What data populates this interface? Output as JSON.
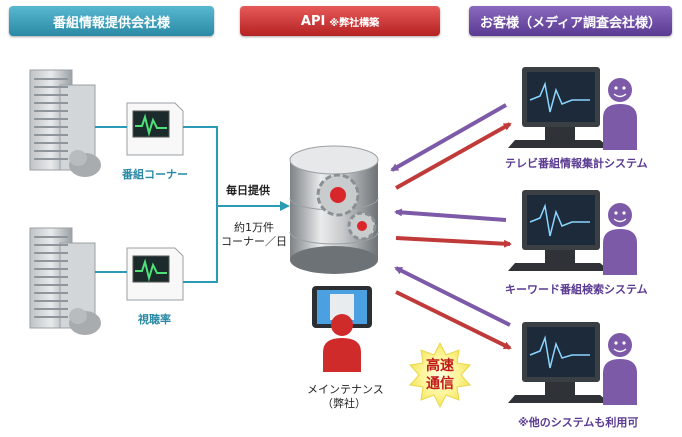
{
  "headers": {
    "provider": "番組情報提供会社様",
    "api": "API",
    "api_note": "※弊社構築",
    "customer": "お客様（メディア調査会社様）"
  },
  "left": {
    "doc1_label": "番組コーナー",
    "doc2_label": "視聴率"
  },
  "center": {
    "daily_label": "毎日提供",
    "volume_line1": "約1万件",
    "volume_line2": "コーナー／日",
    "maintenance_line1": "メインテナンス",
    "maintenance_line2": "（弊社）",
    "burst_line1": "高速",
    "burst_line2": "通信"
  },
  "systems": [
    {
      "label": "テレビ番組情報集計システム"
    },
    {
      "label": "キーワード番組検索システム"
    },
    {
      "label": "※他のシステムも利用可"
    }
  ],
  "colors": {
    "teal": "#2a9ab5",
    "red": "#c03a3a",
    "purple": "#7d5aa8"
  }
}
